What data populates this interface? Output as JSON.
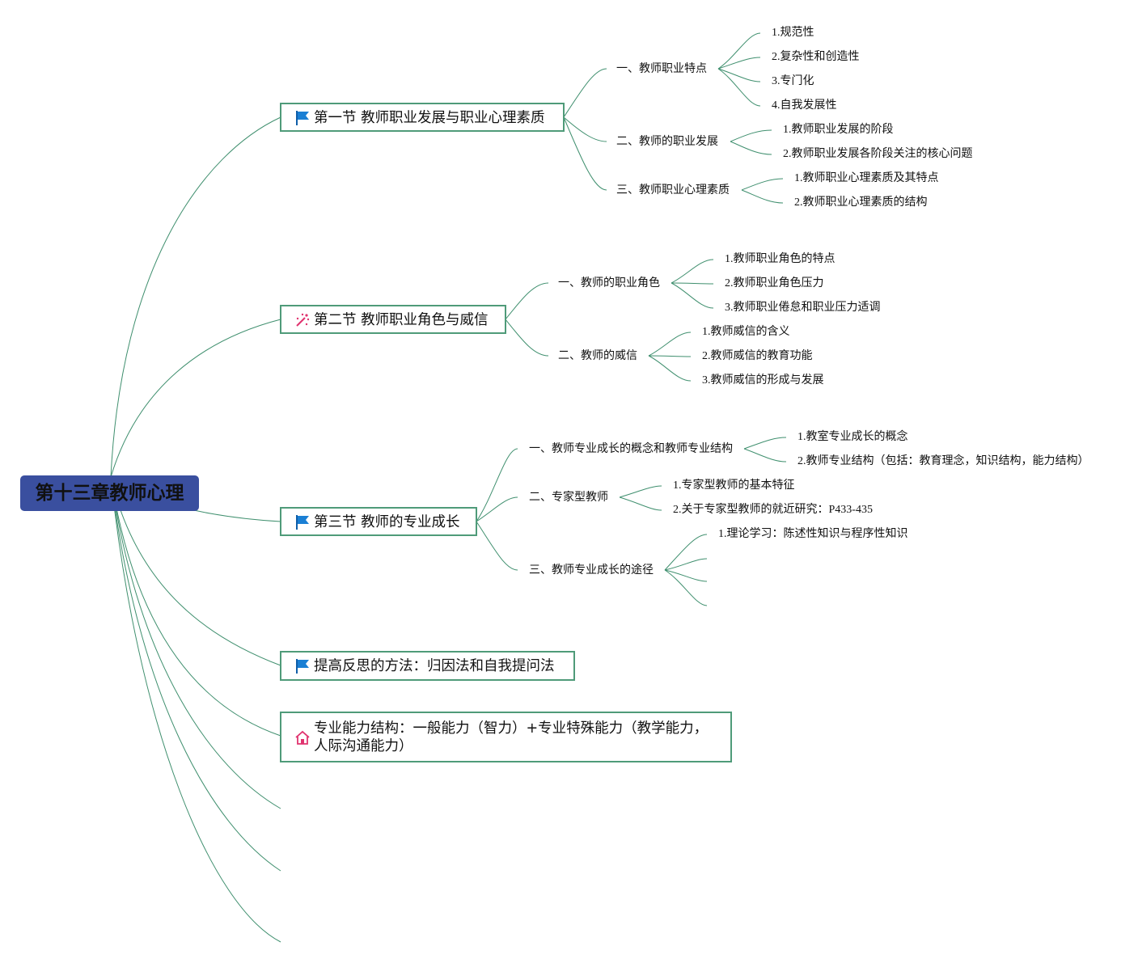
{
  "root": "第十三章教师心理",
  "sections": [
    {
      "title": "第一节 教师职业发展与职业心理素质",
      "icon": "flag-icon",
      "children": [
        {
          "label": "一、教师职业特点",
          "items": [
            "1.规范性",
            "2.复杂性和创造性",
            "3.专门化",
            "4.自我发展性"
          ]
        },
        {
          "label": "二、教师的职业发展",
          "items": [
            "1.教师职业发展的阶段",
            "2.教师职业发展各阶段关注的核心问题"
          ]
        },
        {
          "label": "三、教师职业心理素质",
          "items": [
            "1.教师职业心理素质及其特点",
            "2.教师职业心理素质的结构"
          ]
        }
      ]
    },
    {
      "title": "第二节 教师职业角色与威信",
      "icon": "magic-wand-icon",
      "children": [
        {
          "label": "一、教师的职业角色",
          "items": [
            "1.教师职业角色的特点",
            "2.教师职业角色压力",
            "3.教师职业倦怠和职业压力适调"
          ]
        },
        {
          "label": "二、教师的威信",
          "items": [
            "1.教师威信的含义",
            "2.教师威信的教育功能",
            "3.教师威信的形成与发展"
          ]
        }
      ]
    },
    {
      "title": "第三节 教师的专业成长",
      "icon": "flag-icon",
      "children": [
        {
          "label": "一、教师专业成长的概念和教师专业结构",
          "items": [
            "1.教室专业成长的概念",
            "2.教师专业结构（包括：教育理念，知识结构，能力结构）"
          ]
        },
        {
          "label": "二、专家型教师",
          "items": [
            "1.专家型教师的基本特征",
            "2.关于专家型教师的就近研究：P433-435"
          ]
        },
        {
          "label": "三、教师专业成长的途径",
          "items": [
            "1.理论学习：陈述性知识与程序性知识"
          ]
        }
      ]
    },
    {
      "title": "提高反思的方法：归因法和自我提问法",
      "icon": "flag-icon",
      "children": []
    },
    {
      "title": "专业能力结构：一般能力（智力）+专业特殊能力（教学能力，人际沟通能力）",
      "icon": "home-icon",
      "children": []
    }
  ],
  "colors": {
    "root_fill": "#3a4f9f",
    "branch_line": "#3f8f6e",
    "box_border": "#4f9b79",
    "flag": "#1a7fd4",
    "accent_pink": "#e0336f"
  }
}
